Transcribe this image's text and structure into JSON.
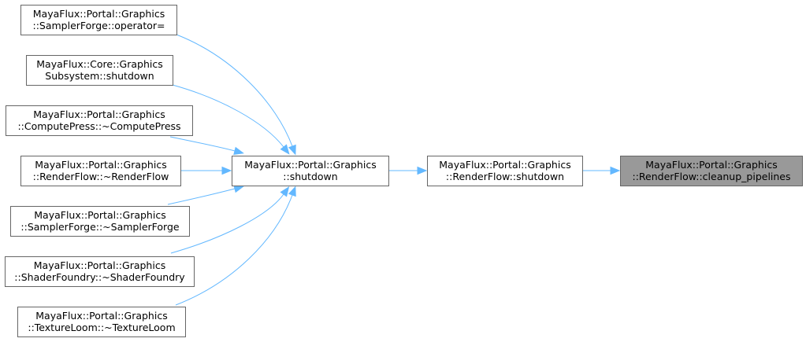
{
  "graph": {
    "nodes": [
      {
        "id": "sf_op",
        "line1": "MayaFlux::Portal::Graphics",
        "line2": "::SamplerForge::operator="
      },
      {
        "id": "core_shutdown",
        "line1": "MayaFlux::Core::Graphics",
        "line2": "Subsystem::shutdown"
      },
      {
        "id": "cp_dtor",
        "line1": "MayaFlux::Portal::Graphics",
        "line2": "::ComputePress::~ComputePress"
      },
      {
        "id": "rf_dtor",
        "line1": "MayaFlux::Portal::Graphics",
        "line2": "::RenderFlow::~RenderFlow"
      },
      {
        "id": "sf_dtor",
        "line1": "MayaFlux::Portal::Graphics",
        "line2": "::SamplerForge::~SamplerForge"
      },
      {
        "id": "shf_dtor",
        "line1": "MayaFlux::Portal::Graphics",
        "line2": "::ShaderFoundry::~ShaderFoundry"
      },
      {
        "id": "tl_dtor",
        "line1": "MayaFlux::Portal::Graphics",
        "line2": "::TextureLoom::~TextureLoom"
      },
      {
        "id": "pg_shutdown",
        "line1": "MayaFlux::Portal::Graphics",
        "line2": "::shutdown"
      },
      {
        "id": "rf_shutdown",
        "line1": "MayaFlux::Portal::Graphics",
        "line2": "::RenderFlow::shutdown"
      },
      {
        "id": "rf_cleanup",
        "line1": "MayaFlux::Portal::Graphics",
        "line2": "::RenderFlow::cleanup_pipelines",
        "highlighted": true
      }
    ],
    "edges": [
      {
        "from": "sf_op",
        "to": "pg_shutdown"
      },
      {
        "from": "core_shutdown",
        "to": "pg_shutdown"
      },
      {
        "from": "cp_dtor",
        "to": "pg_shutdown"
      },
      {
        "from": "rf_dtor",
        "to": "pg_shutdown"
      },
      {
        "from": "sf_dtor",
        "to": "pg_shutdown"
      },
      {
        "from": "shf_dtor",
        "to": "pg_shutdown"
      },
      {
        "from": "tl_dtor",
        "to": "pg_shutdown"
      },
      {
        "from": "pg_shutdown",
        "to": "rf_shutdown"
      },
      {
        "from": "rf_shutdown",
        "to": "rf_cleanup"
      }
    ],
    "colors": {
      "edge": "#63b8ff",
      "node_border": "#666666",
      "node_fill": "#ffffff",
      "highlight_fill": "#999999"
    }
  }
}
